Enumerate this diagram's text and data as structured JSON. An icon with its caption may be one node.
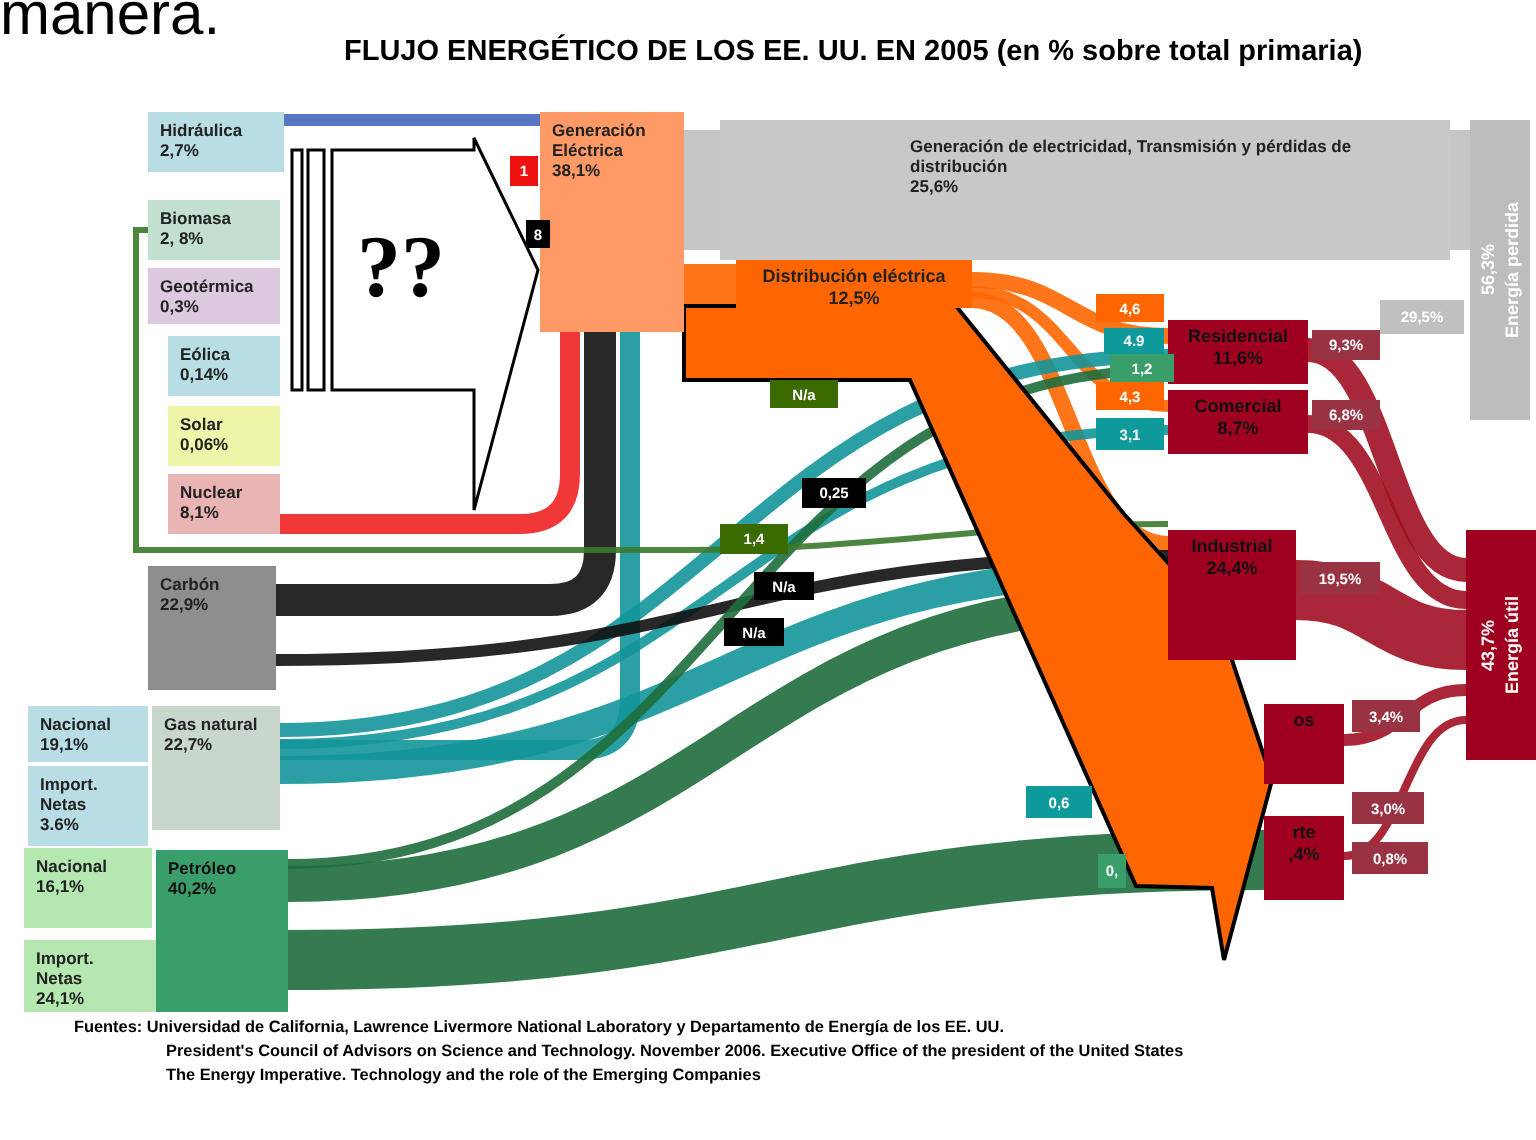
{
  "diagram": {
    "title": "FLUJO ENERGÉTICO DE LOS EE. UU. EN 2005 (en % sobre total primaria)",
    "nodes": [
      {
        "text": [
          "Hidráulica",
          "2,7%"
        ]
      },
      {
        "text": [
          "Biomasa",
          "2, 8%"
        ]
      },
      {
        "text": [
          "Geotérmica",
          "0,3%"
        ]
      },
      {
        "text": [
          "Eólica",
          "0,14%"
        ]
      },
      {
        "text": [
          "Solar",
          "0,06%"
        ]
      },
      {
        "text": [
          "Nuclear",
          "8,1%"
        ]
      },
      {
        "text": [
          "Carbón",
          "22,9%"
        ]
      },
      {
        "text": [
          "Nacional",
          "19,1%"
        ]
      },
      {
        "text": [
          "Import. Netas",
          "3.6%"
        ]
      },
      {
        "text": [
          "Gas natural",
          "22,7%"
        ]
      },
      {
        "text": [
          "Nacional",
          "16,1%"
        ]
      },
      {
        "text": [
          "Import. Netas",
          "24,1%"
        ]
      },
      {
        "text": [
          "Petróleo",
          "40,2%"
        ]
      },
      {
        "text": [
          "??"
        ]
      },
      {
        "text": [
          "Generación Eléctrica",
          "38,1%"
        ]
      },
      {
        "text": [
          "Generación de electricidad, Transmisión y pérdidas de distribución",
          "25,6%"
        ]
      },
      {
        "text": [
          "Distribución eléctrica",
          "12,5%"
        ]
      },
      {
        "text": [
          "Residencial",
          "11,6%"
        ]
      },
      {
        "text": [
          "Comercial",
          "8,7%"
        ]
      },
      {
        "text": [
          "Industrial",
          "24,4%"
        ]
      },
      {
        "text": [
          "os"
        ]
      },
      {
        "text": [
          "rte",
          ",4%"
        ]
      },
      {
        "text": [
          "Energía perdida",
          "56,3%"
        ]
      },
      {
        "text": [
          "Energía útil",
          "43,7%"
        ]
      }
    ],
    "edges": [
      {
        "from": 0,
        "to": 14,
        "arrow": "none",
        "color": "#4466bb"
      },
      {
        "from": 5,
        "to": 14,
        "arrow": "none",
        "color": "#ee2222"
      },
      {
        "from": 6,
        "to": 14,
        "arrow": "none",
        "color": "#111111"
      },
      {
        "from": 9,
        "to": 14,
        "arrow": "none",
        "color": "#13959a"
      },
      {
        "from": 14,
        "to": 15,
        "arrow": "none",
        "color": "#c0c0c0",
        "style": "thick"
      },
      {
        "from": 14,
        "to": 16,
        "arrow": "none",
        "color": "#ff6600",
        "style": "thick"
      },
      {
        "from": 16,
        "to": 17,
        "arrow": "none",
        "color": "#ff6600"
      },
      {
        "from": 16,
        "to": 18,
        "arrow": "none",
        "color": "#ff6600"
      },
      {
        "from": 16,
        "to": 19,
        "arrow": "none",
        "color": "#ff6600"
      },
      {
        "from": 9,
        "to": 17,
        "arrow": "none",
        "color": "#13959a"
      },
      {
        "from": 9,
        "to": 18,
        "arrow": "none",
        "color": "#13959a"
      },
      {
        "from": 9,
        "to": 19,
        "arrow": "none",
        "color": "#13959a"
      },
      {
        "from": 12,
        "to": 19,
        "arrow": "none",
        "color": "#1e6e3c",
        "style": "thick"
      },
      {
        "from": 12,
        "to": 21,
        "arrow": "none",
        "color": "#1e6e3c",
        "style": "thick"
      },
      {
        "from": 6,
        "to": 19,
        "arrow": "none",
        "color": "#111111"
      },
      {
        "from": 17,
        "to": 23,
        "arrow": "none",
        "color": "#a01020"
      },
      {
        "from": 18,
        "to": 23,
        "arrow": "none",
        "color": "#a01020"
      },
      {
        "from": 19,
        "to": 23,
        "arrow": "none",
        "color": "#a01020",
        "style": "thick"
      },
      {
        "from": 20,
        "to": 23,
        "arrow": "none",
        "color": "#a01020"
      },
      {
        "from": 21,
        "to": 23,
        "arrow": "none",
        "color": "#a01020"
      },
      {
        "from": 15,
        "to": 22,
        "arrow": "none",
        "color": "#c0c0c0",
        "style": "thick"
      },
      {
        "from": 12,
        "to": 17,
        "arrow": "none",
        "color": "#1e6e3c"
      },
      {
        "from": 1,
        "to": 19,
        "arrow": "none",
        "color": "#3a7a2a"
      }
    ],
    "labels": [
      "manera.",
      "1",
      "8",
      "4,6",
      "4.9",
      "9,3%",
      "1,2",
      "29,5%",
      "N/a",
      "4,3",
      "6,8%",
      "3,1",
      "0,25",
      "1,4",
      "N/a",
      "19,5%",
      "N/a",
      "3,4%",
      "0,6",
      "3,0%",
      "0,",
      "0,8%",
      "Fuentes: Universidad de California, Lawrence Livermore National Laboratory y Departamento de Energía de los EE. UU.",
      "President's Council of Advisors on Science and Technology. November 2006.  Executive Office of the president of the United States",
      "The Energy Imperative. Technology and the role of the Emerging Companies"
    ]
  }
}
